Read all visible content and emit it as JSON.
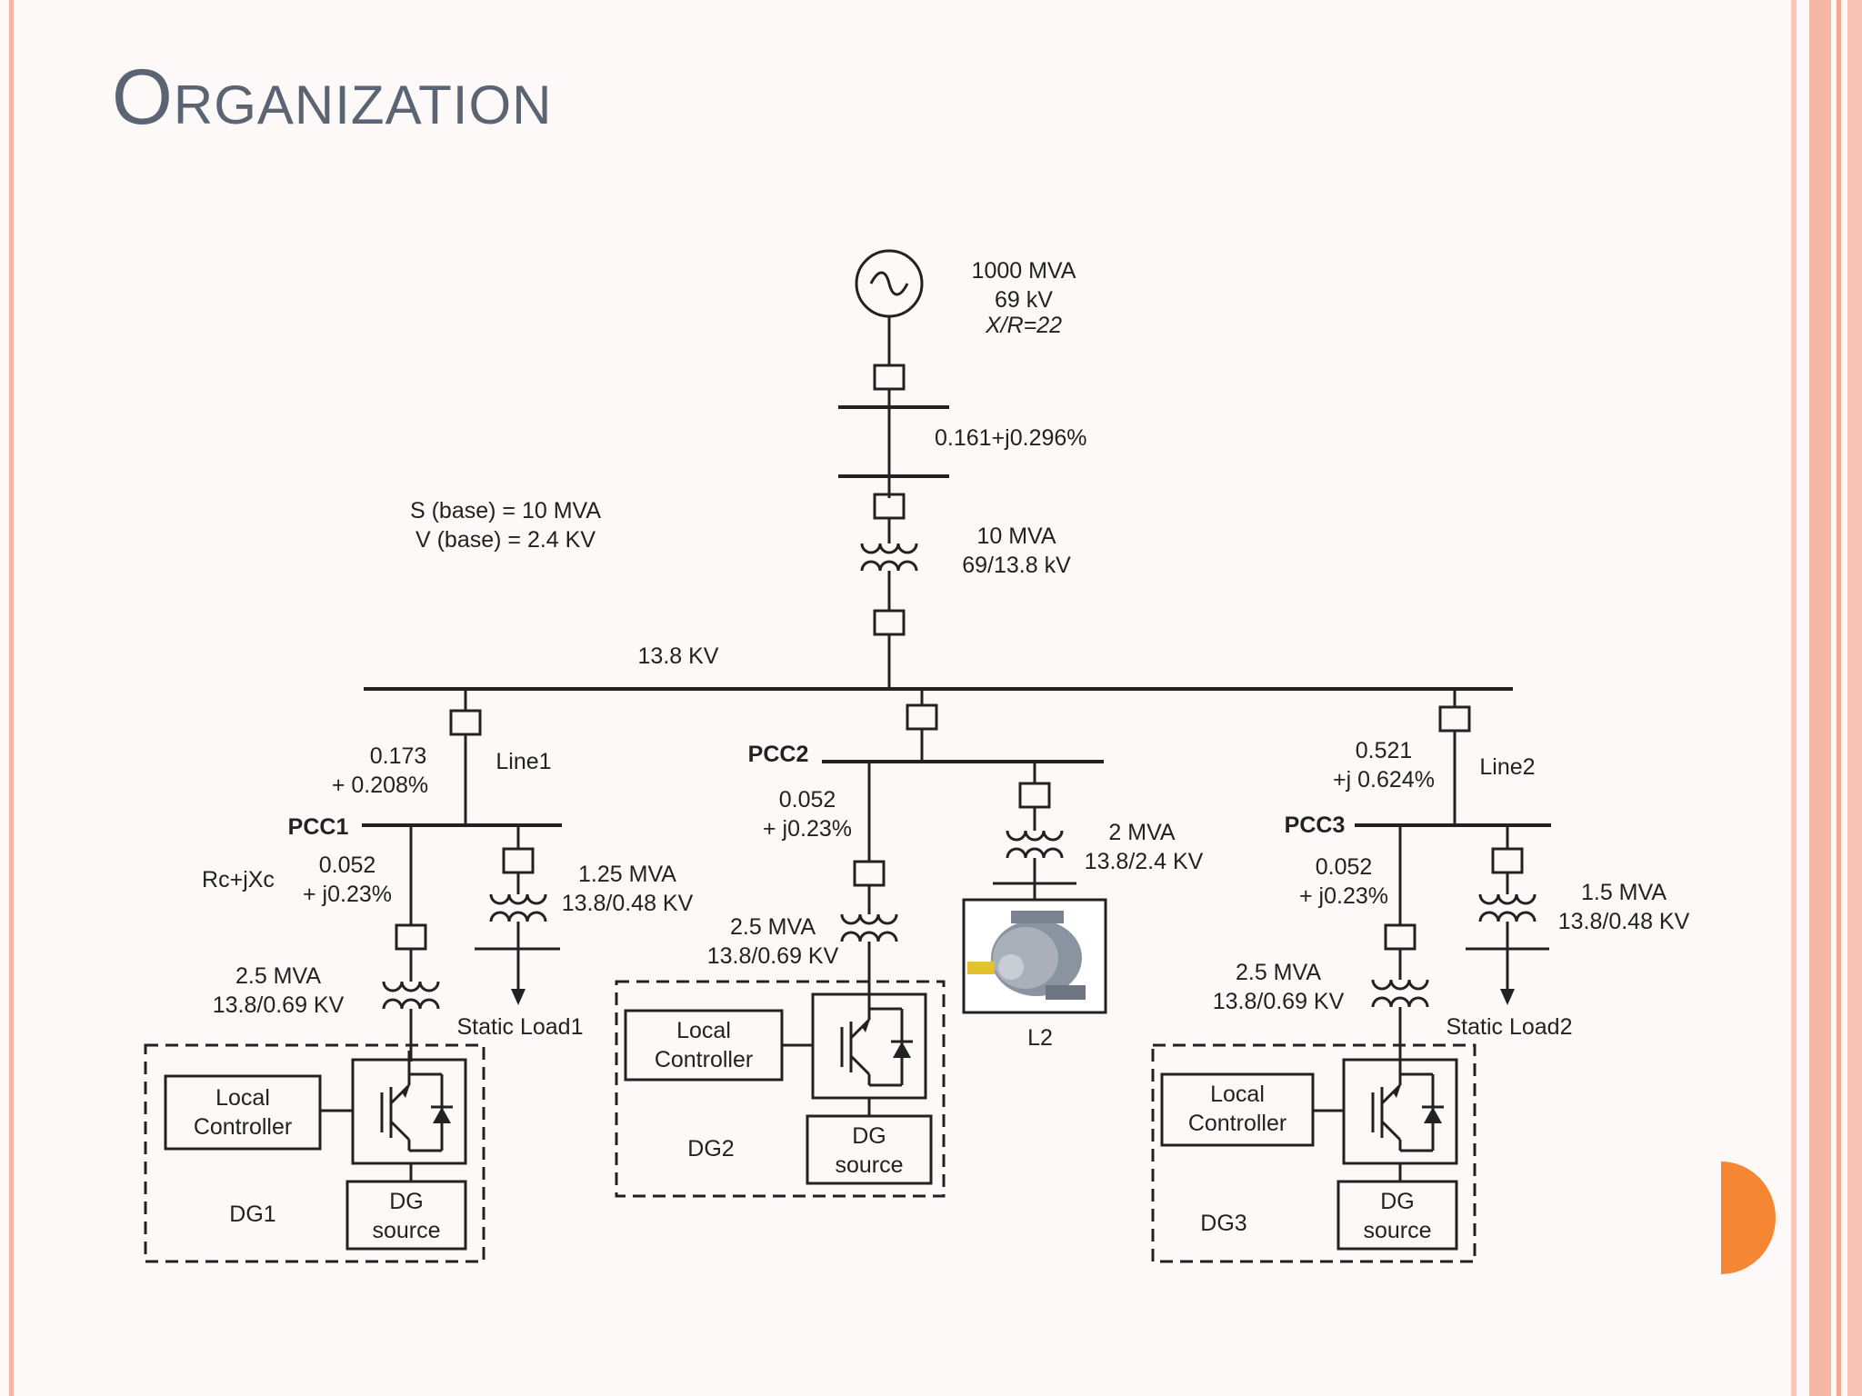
{
  "slide": {
    "title": "Organization"
  },
  "diagram": {
    "grid": {
      "rating": "1000 MVA",
      "voltage": "69 kV",
      "xr": "X/R=22"
    },
    "line_impedance": "0.161+j0.296%",
    "base": {
      "s": "S (base) = 10 MVA",
      "v": "V (base) = 2.4 KV"
    },
    "main_transformer": {
      "rating": "10 MVA",
      "ratio": "69/13.8 kV"
    },
    "bus_voltage": "13.8 KV",
    "pcc1": {
      "label": "PCC1",
      "line_label": "Line1",
      "line_imp1": "0.173",
      "line_imp2": "+ 0.208%",
      "rc_label": "Rc+jXc",
      "rc_imp1": "0.052",
      "rc_imp2": "+ j0.23%",
      "load_tx1": "1.25 MVA",
      "load_tx2": "13.8/0.48 KV",
      "load_label": "Static Load1",
      "dg_tx1": "2.5 MVA",
      "dg_tx2": "13.8/0.69 KV",
      "controller1": "Local",
      "controller2": "Controller",
      "source1": "DG",
      "source2": "source",
      "dg_label": "DG1"
    },
    "pcc2": {
      "label": "PCC2",
      "imp1": "0.052",
      "imp2": "+ j0.23%",
      "dg_tx1": "2.5 MVA",
      "dg_tx2": "13.8/0.69 KV",
      "motor_tx1": "2 MVA",
      "motor_tx2": "13.8/2.4 KV",
      "motor_label": "L2",
      "controller1": "Local",
      "controller2": "Controller",
      "source1": "DG",
      "source2": "source",
      "dg_label": "DG2"
    },
    "pcc3": {
      "label": "PCC3",
      "line_label": "Line2",
      "line_imp1": "0.521",
      "line_imp2": "+j 0.624%",
      "rc_imp1": "0.052",
      "rc_imp2": "+ j0.23%",
      "load_tx1": "1.5 MVA",
      "load_tx2": "13.8/0.48 KV",
      "load_label": "Static Load2",
      "dg_tx1": "2.5 MVA",
      "dg_tx2": "13.8/0.69 KV",
      "controller1": "Local",
      "controller2": "Controller",
      "source1": "DG",
      "source2": "source",
      "dg_label": "DG3"
    }
  },
  "theme": {
    "accent": "#f58634",
    "border": "#f4b6a3",
    "title_color": "#5a6473"
  }
}
